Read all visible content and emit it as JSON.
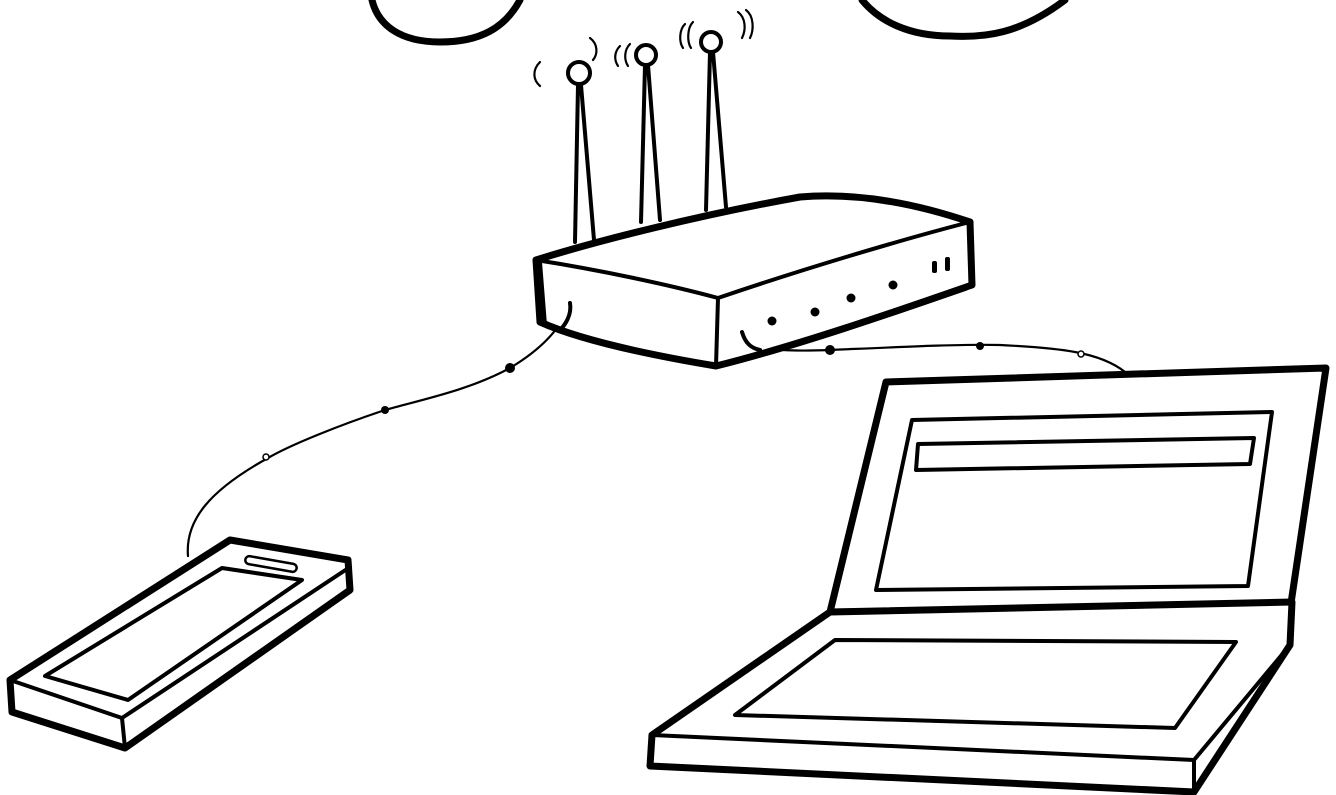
{
  "colors": {
    "stroke": "#000000",
    "background": "#ffffff"
  },
  "illustration": {
    "elements": [
      "cloud",
      "wifi-router",
      "smartphone",
      "laptop",
      "network-cable"
    ]
  }
}
